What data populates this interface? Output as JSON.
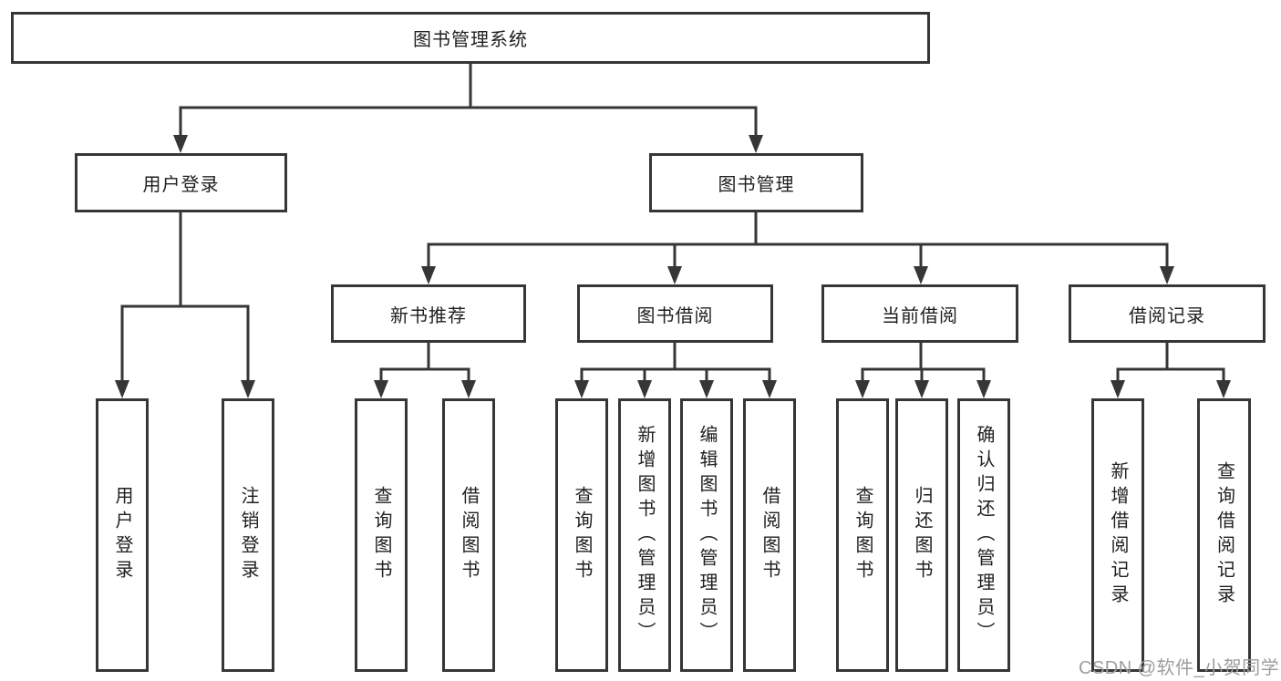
{
  "diagram_title": "图书管理系统",
  "nodes": {
    "root": {
      "label": "图书管理系统"
    },
    "level2": [
      {
        "label": "用户登录",
        "parent": "图书管理系统"
      },
      {
        "label": "图书管理",
        "parent": "图书管理系统"
      }
    ],
    "level3": [
      {
        "label": "新书推荐",
        "parent": "图书管理"
      },
      {
        "label": "图书借阅",
        "parent": "图书管理"
      },
      {
        "label": "当前借阅",
        "parent": "图书管理"
      },
      {
        "label": "借阅记录",
        "parent": "图书管理"
      }
    ],
    "leaves": [
      {
        "label": "用户登录",
        "parent": "用户登录"
      },
      {
        "label": "注销登录",
        "parent": "用户登录"
      },
      {
        "label": "查询图书",
        "parent": "新书推荐"
      },
      {
        "label": "借阅图书",
        "parent": "新书推荐"
      },
      {
        "label": "查询图书",
        "parent": "图书借阅"
      },
      {
        "label": "新增图书（管理员）",
        "parent": "图书借阅"
      },
      {
        "label": "编辑图书（管理员）",
        "parent": "图书借阅"
      },
      {
        "label": "借阅图书",
        "parent": "图书借阅"
      },
      {
        "label": "查询图书",
        "parent": "当前借阅"
      },
      {
        "label": "归还图书",
        "parent": "当前借阅"
      },
      {
        "label": "确认归还（管理员）",
        "parent": "当前借阅"
      },
      {
        "label": "新增借阅记录",
        "parent": "借阅记录"
      },
      {
        "label": "查询借阅记录",
        "parent": "借阅记录"
      }
    ]
  },
  "watermark": {
    "text": "CSDN @软件_小贺同学"
  },
  "colors": {
    "line": "#363636",
    "border": "#363636",
    "text": "#1f1f1f",
    "background": "#ffffff",
    "watermark": "#9d9da1"
  }
}
